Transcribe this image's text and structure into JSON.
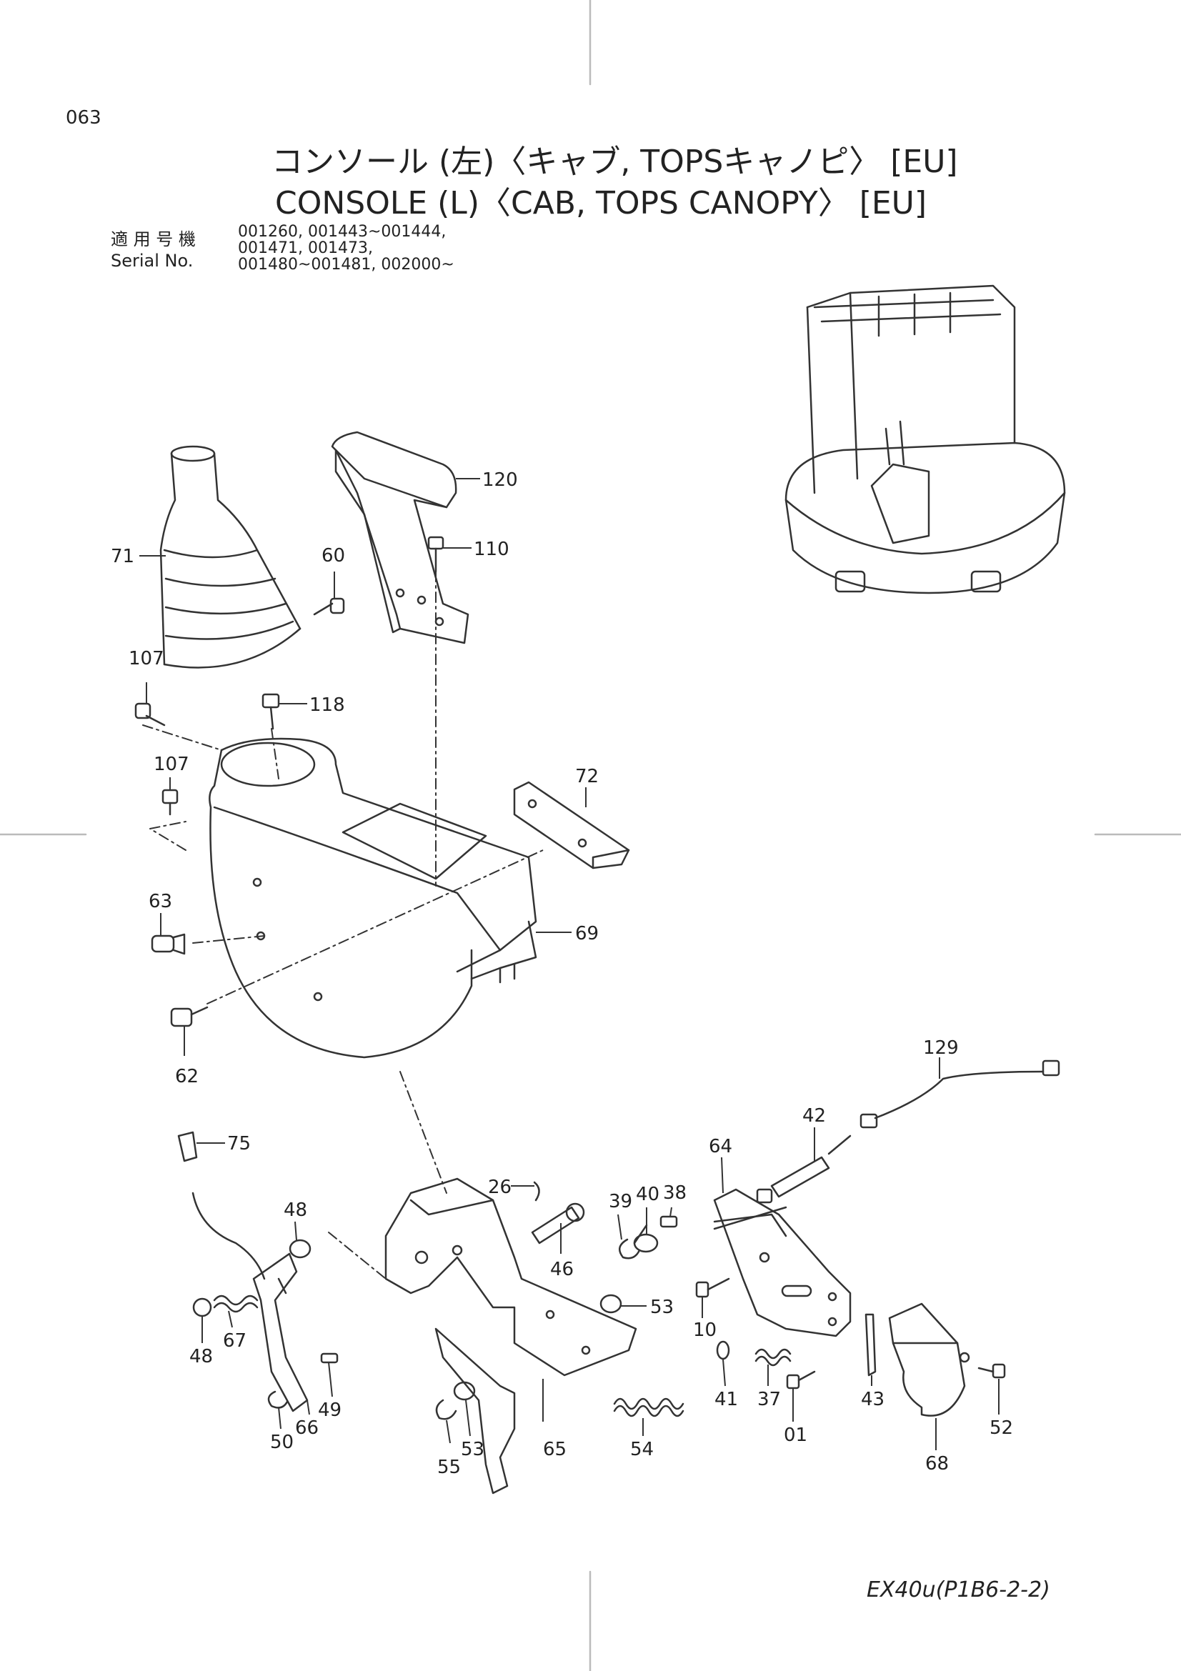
{
  "page_number": "063",
  "title_jp": "コンソール (左)〈キャブ, TOPSキャノピ〉 [EU]",
  "title_en": "CONSOLE (L)〈CAB, TOPS  CANOPY〉 [EU]",
  "serial": {
    "label_jp": "適 用 号 機",
    "label_en": "Serial  No.",
    "lines": [
      "001260, 001443~001444,",
      "001471, 001473,",
      "001480~001481, 002000~"
    ]
  },
  "footer": "EX40u(P1B6-2-2)",
  "parts": [
    {
      "id": "120",
      "label": "120"
    },
    {
      "id": "110",
      "label": "110"
    },
    {
      "id": "71",
      "label": "71"
    },
    {
      "id": "60",
      "label": "60"
    },
    {
      "id": "107a",
      "label": "107"
    },
    {
      "id": "118",
      "label": "118"
    },
    {
      "id": "107b",
      "label": "107"
    },
    {
      "id": "72",
      "label": "72"
    },
    {
      "id": "63",
      "label": "63"
    },
    {
      "id": "69",
      "label": "69"
    },
    {
      "id": "62",
      "label": "62"
    },
    {
      "id": "129",
      "label": "129"
    },
    {
      "id": "42",
      "label": "42"
    },
    {
      "id": "75",
      "label": "75"
    },
    {
      "id": "64",
      "label": "64"
    },
    {
      "id": "26",
      "label": "26"
    },
    {
      "id": "39",
      "label": "39"
    },
    {
      "id": "40",
      "label": "40"
    },
    {
      "id": "38",
      "label": "38"
    },
    {
      "id": "48a",
      "label": "48"
    },
    {
      "id": "46",
      "label": "46"
    },
    {
      "id": "53a",
      "label": "53"
    },
    {
      "id": "10",
      "label": "10"
    },
    {
      "id": "67",
      "label": "67"
    },
    {
      "id": "48b",
      "label": "48"
    },
    {
      "id": "49",
      "label": "49"
    },
    {
      "id": "66",
      "label": "66"
    },
    {
      "id": "50",
      "label": "50"
    },
    {
      "id": "53b",
      "label": "53"
    },
    {
      "id": "55",
      "label": "55"
    },
    {
      "id": "65",
      "label": "65"
    },
    {
      "id": "54",
      "label": "54"
    },
    {
      "id": "41",
      "label": "41"
    },
    {
      "id": "37",
      "label": "37"
    },
    {
      "id": "01",
      "label": "01"
    },
    {
      "id": "43",
      "label": "43"
    },
    {
      "id": "52",
      "label": "52"
    },
    {
      "id": "68",
      "label": "68"
    }
  ]
}
